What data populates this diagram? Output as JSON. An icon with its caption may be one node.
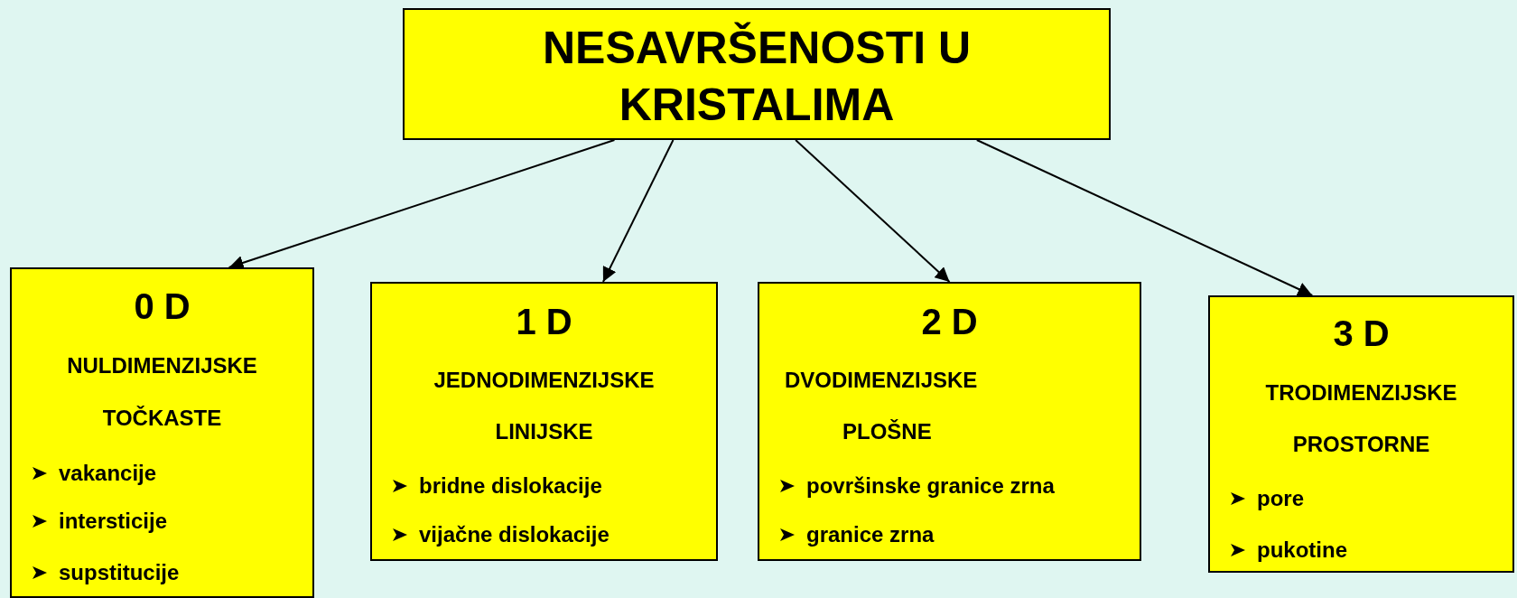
{
  "diagram": {
    "nodes": [
      {
        "text": [
          "NESAVRŠENOSTI U KRISTALIMA"
        ]
      },
      {
        "text": [
          "0 D",
          "NULDIMENZIJSKE",
          "TOČKASTE",
          "vakancije",
          "intersticije",
          "supstitucije"
        ]
      },
      {
        "text": [
          "1 D",
          "JEDNODIMENZIJSKE",
          "LINIJSKE",
          "bridne dislokacije",
          "vijačne dislokacije"
        ]
      },
      {
        "text": [
          "2 D",
          "DVODIMENZIJSKE",
          "PLOŠNE",
          "površinske granice zrna",
          "granice zrna"
        ]
      },
      {
        "text": [
          "3 D",
          "TRODIMENZIJSKE",
          "PROSTORNE",
          "pore",
          "pukotine"
        ]
      }
    ],
    "edges": [
      {
        "from": 0,
        "to": 1,
        "arrow": "to"
      },
      {
        "from": 0,
        "to": 2,
        "arrow": "to"
      },
      {
        "from": 0,
        "to": 3,
        "arrow": "to"
      },
      {
        "from": 0,
        "to": 4,
        "arrow": "to"
      }
    ]
  }
}
